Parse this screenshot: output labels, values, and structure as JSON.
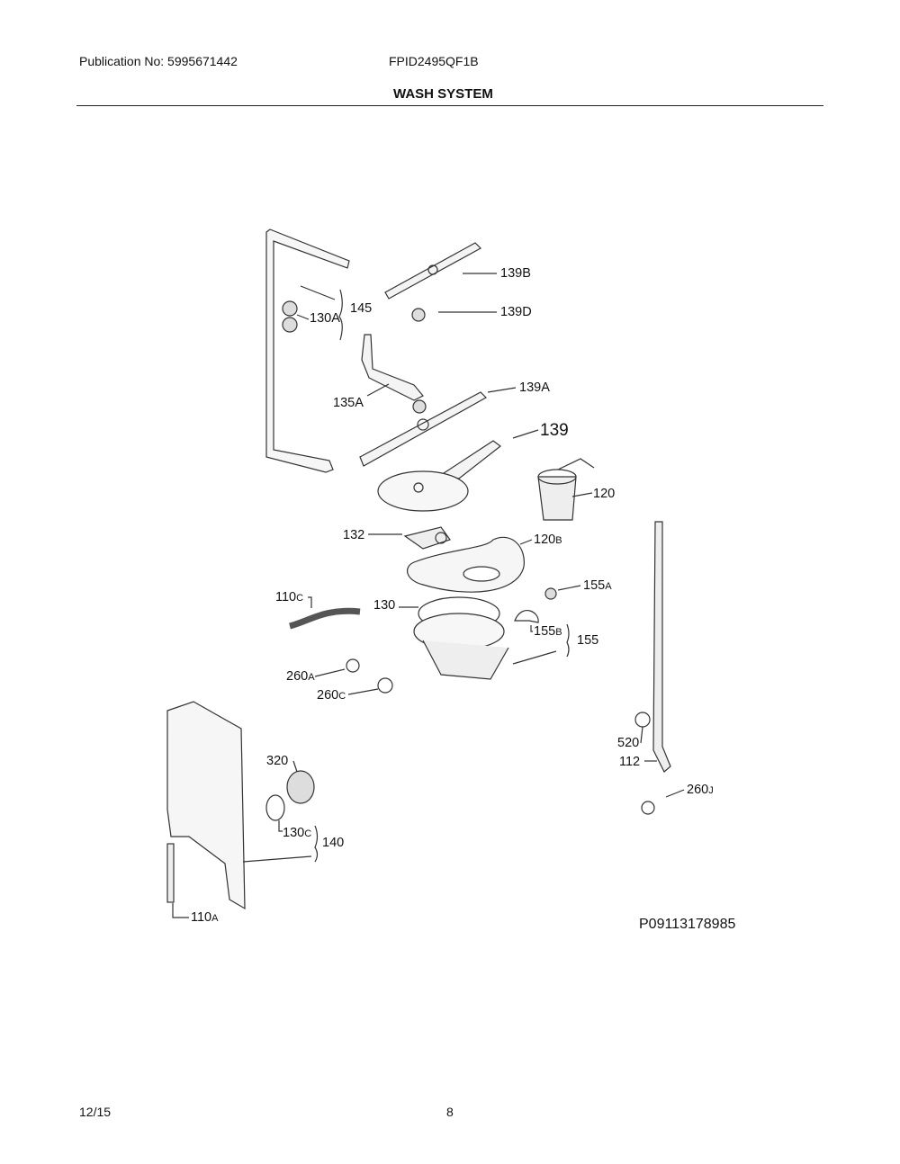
{
  "header": {
    "publication": "Publication No: 5995671442",
    "model": "FPID2495QF1B",
    "section_title": "WASH SYSTEM"
  },
  "footer": {
    "date": "12/15",
    "page": "8"
  },
  "diagram": {
    "code": "P09113178985",
    "labels": [
      {
        "id": "139B",
        "num": "139B",
        "suffix": ""
      },
      {
        "id": "139D",
        "num": "139D",
        "suffix": ""
      },
      {
        "id": "145",
        "num": "145",
        "suffix": ""
      },
      {
        "id": "130A",
        "num": "130A",
        "suffix": ""
      },
      {
        "id": "135A",
        "num": "135A",
        "suffix": ""
      },
      {
        "id": "139A",
        "num": "139A",
        "suffix": ""
      },
      {
        "id": "139",
        "num": "139",
        "suffix": ""
      },
      {
        "id": "120",
        "num": "120",
        "suffix": ""
      },
      {
        "id": "132",
        "num": "132",
        "suffix": ""
      },
      {
        "id": "120B",
        "num": "120",
        "suffix": "B"
      },
      {
        "id": "110C",
        "num": "110",
        "suffix": "C"
      },
      {
        "id": "155A",
        "num": "155",
        "suffix": "A"
      },
      {
        "id": "130",
        "num": "130",
        "suffix": ""
      },
      {
        "id": "155B",
        "num": "155",
        "suffix": "B"
      },
      {
        "id": "155",
        "num": "155",
        "suffix": ""
      },
      {
        "id": "260A",
        "num": "260",
        "suffix": "A"
      },
      {
        "id": "260C",
        "num": "260",
        "suffix": "C"
      },
      {
        "id": "520",
        "num": "520",
        "suffix": ""
      },
      {
        "id": "112",
        "num": "112",
        "suffix": ""
      },
      {
        "id": "260J",
        "num": "260",
        "suffix": "J"
      },
      {
        "id": "320",
        "num": "320",
        "suffix": ""
      },
      {
        "id": "130C",
        "num": "130",
        "suffix": "C"
      },
      {
        "id": "140",
        "num": "140",
        "suffix": ""
      },
      {
        "id": "110A",
        "num": "110",
        "suffix": "A"
      }
    ]
  }
}
